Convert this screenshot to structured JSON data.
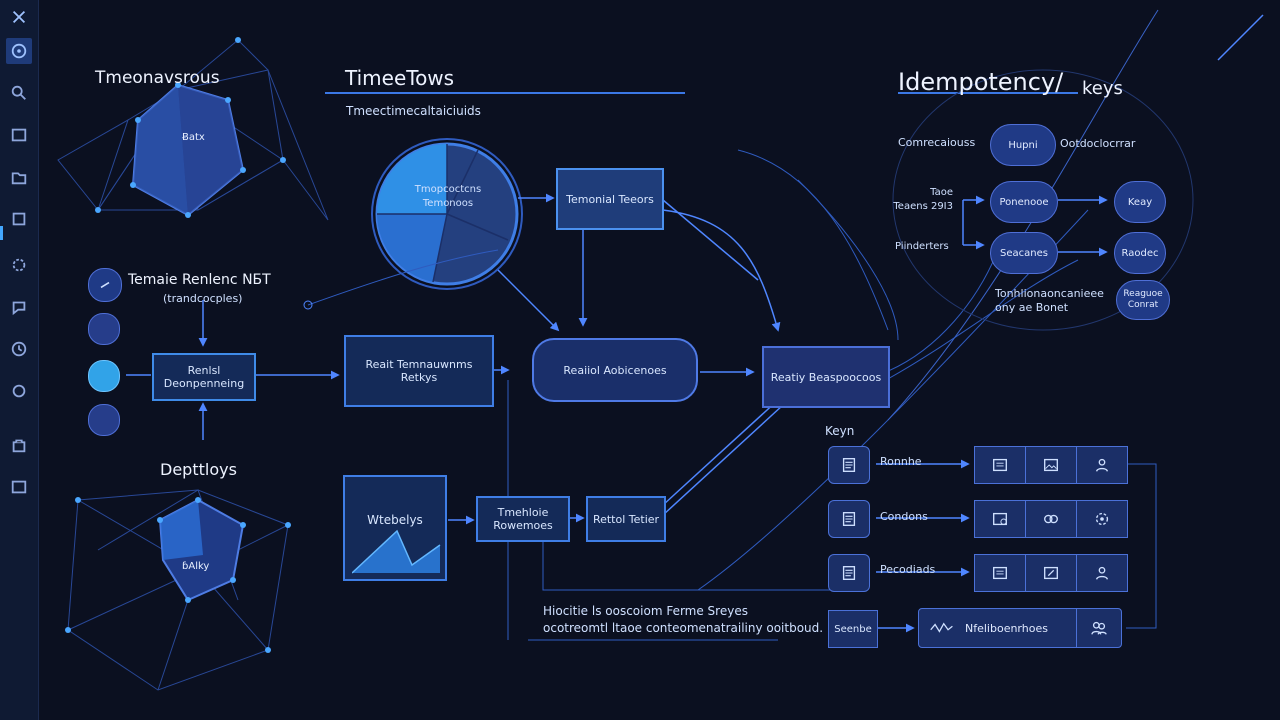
{
  "colors": {
    "bg": "#0b1020",
    "accent": "#43a7ff",
    "line": "#3f7ee6",
    "node": "#2e4c9a"
  },
  "left": {
    "top_title": "Tmeonavsrous",
    "top_node_label": "Ƀatx",
    "status_title": "Temaie Renlenc NƂT",
    "status_subtitle": "(trandcocples)",
    "box_label": "Renlsl Deonpenneing",
    "bottom_title": "Depttloys",
    "bottom_node_label": "ɓAlky"
  },
  "center": {
    "title": "TimeeTows",
    "subtitle": "Tmeectimecaltaiciuids",
    "pie_label_1": "Tmopcoctcns",
    "pie_label_2": "Temonoos",
    "box_terminal": "Temonial Teeors",
    "box_retries": "Reait Temnauwnms Retkys",
    "box_ambiences": "Reaiiol Aobicenoes",
    "box_webelys": "Wtebelys",
    "box_timeouts": "Tmehloie Rowemoes",
    "box_retier": "Rettol Tetier",
    "box_right": "Reatiy Beaspoocoos",
    "note_line1": "Hiocitie ls ooscoiom Ferme Sreyes",
    "note_line2": "ocotreomtl ltaoe conteomenatrailiny ooitboud."
  },
  "right": {
    "title_main": "Idempotency/",
    "title_suffix": "keys",
    "row1_label": "Comrecaiouss",
    "row1_pill": "Hupni",
    "row1_note": "Ootdoclocrrar",
    "row2_label": "Taoe Teaens 29I3",
    "row2_pill": "Ponenooe",
    "row2_key": "Keay",
    "row3_label": "Piinderters",
    "row3_pill": "Seacanes",
    "row3_key": "Raodec",
    "row4_note": "Tonhlionaoncanieee ony ae Bonet",
    "row4_pill": "Reaguoe Conrat",
    "keys_header": "Keyn",
    "list": [
      {
        "label": "Ronnhe"
      },
      {
        "label": "Condons"
      },
      {
        "label": "Pecodiads"
      }
    ],
    "final_left": "Seenbe",
    "final_wide": "Nfeliboenrhoes"
  }
}
